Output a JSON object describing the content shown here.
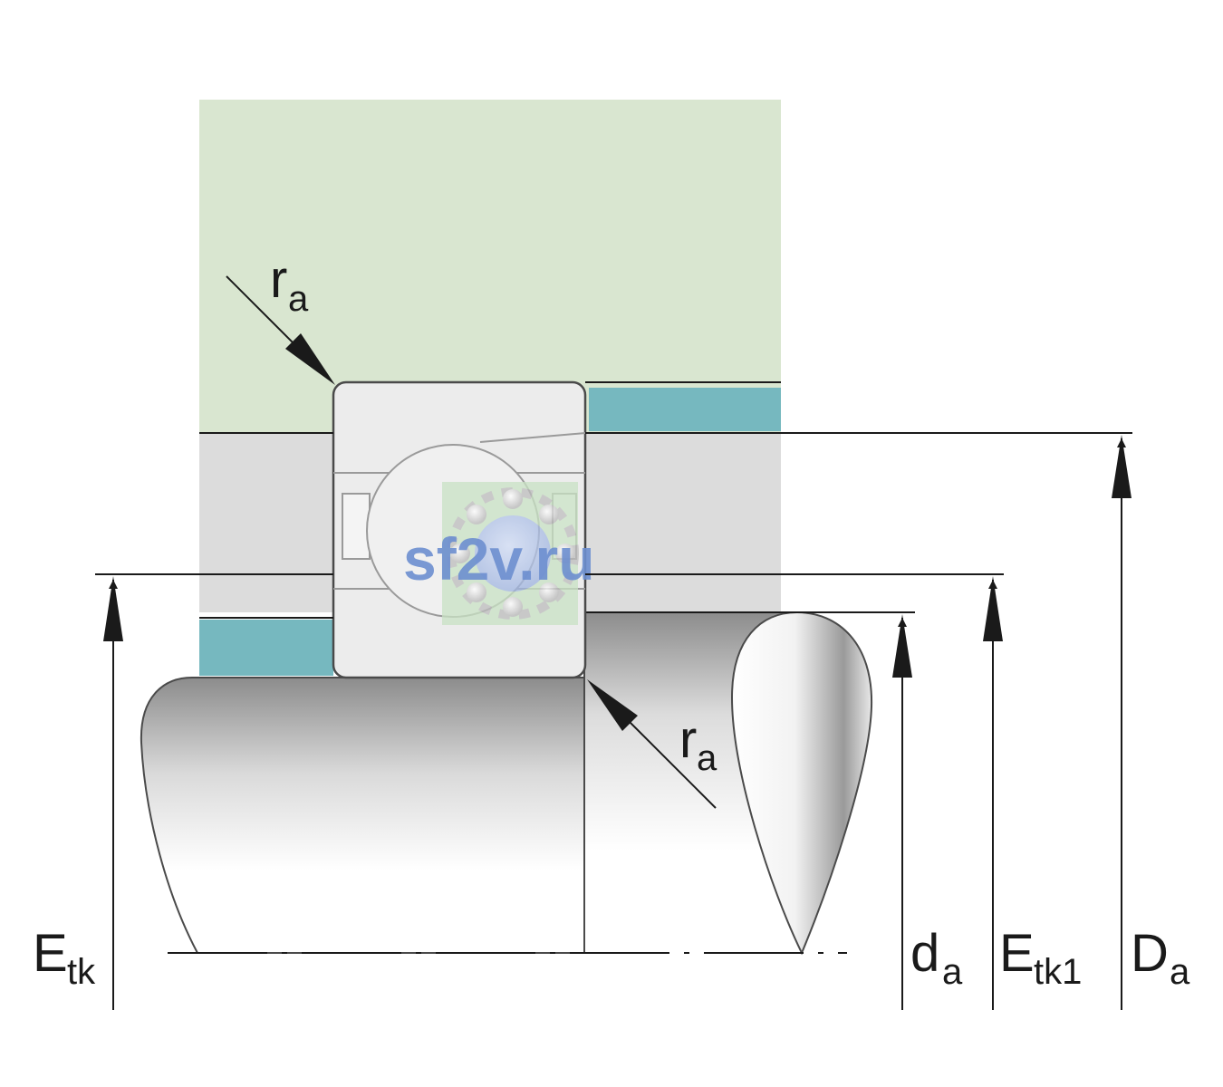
{
  "labels": {
    "ra_top": {
      "main": "r",
      "sub": "a"
    },
    "ra_bottom": {
      "main": "r",
      "sub": "a"
    },
    "etk": {
      "main": "E",
      "sub": "tk"
    },
    "da": {
      "main": "d",
      "sub": "a"
    },
    "etk1": {
      "main": "E",
      "sub": "tk1"
    },
    "Da": {
      "main": "D",
      "sub": "a"
    }
  },
  "watermark": "sf2v.ru",
  "colors": {
    "housing": "#d9e6d0",
    "gray_section": "#dcdcdc",
    "seal_teal": "#76b8bf",
    "bearing_fill": "#ececec",
    "line": "#1a1a1a"
  }
}
